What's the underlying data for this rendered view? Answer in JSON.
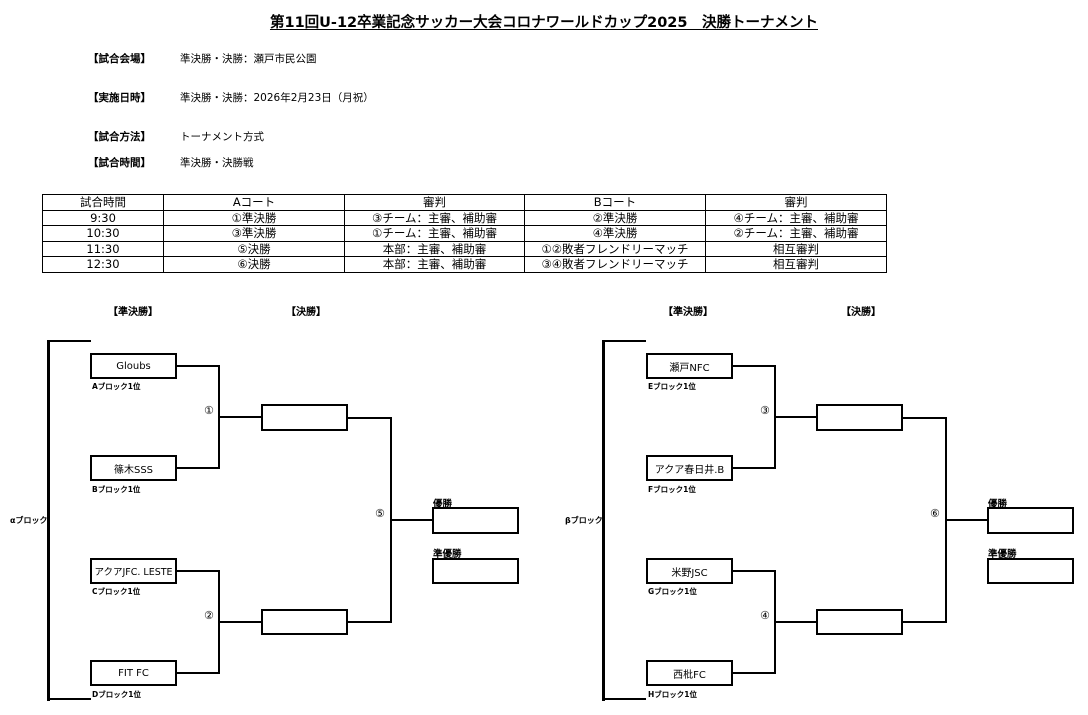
{
  "title": "第11回U-12卒業記念サッカー大会コロナワールドカップ2025　決勝トーナメント",
  "info": [
    {
      "label": "【試合会場】",
      "value": "準決勝・決勝：瀬戸市民公園"
    },
    {
      "label": "【実施日時】",
      "value": "準決勝・決勝：2026年2月23日（月祝）"
    },
    {
      "label": "【試合方法】",
      "value": "トーナメント方式"
    },
    {
      "label": "【試合時間】",
      "value": "準決勝・決勝戦"
    }
  ],
  "schedule": {
    "headers": [
      "試合時間",
      "Aコート",
      "審判",
      "Bコート",
      "審判"
    ],
    "rows": [
      [
        "9:30",
        "①準決勝",
        "③チーム：主審、補助審",
        "②準決勝",
        "④チーム：主審、補助審"
      ],
      [
        "10:30",
        "③準決勝",
        "①チーム：主審、補助審",
        "④準決勝",
        "②チーム：主審、補助審"
      ],
      [
        "11:30",
        "⑤決勝",
        "本部：主審、補助審",
        "①②敗者フレンドリーマッチ",
        "相互審判"
      ],
      [
        "12:30",
        "⑥決勝",
        "本部：主審、補助審",
        "③④敗者フレンドリーマッチ",
        "相互審判"
      ]
    ]
  },
  "brackets": [
    {
      "block_label": "αブロック",
      "semifinal_header": "【準決勝】",
      "final_header": "【決勝】",
      "teams": [
        {
          "name": "Gloubs",
          "seed": "Aブロック1位"
        },
        {
          "name": "篠木SSS",
          "seed": "Bブロック1位"
        },
        {
          "name": "アクアJFC. LESTE",
          "seed": "Cブロック1位"
        },
        {
          "name": "FIT FC",
          "seed": "Dブロック1位"
        }
      ],
      "match_numbers": [
        "①",
        "②",
        "⑤"
      ],
      "winner_label": "優勝",
      "runner_up_label": "準優勝"
    },
    {
      "block_label": "βブロック",
      "semifinal_header": "【準決勝】",
      "final_header": "【決勝】",
      "teams": [
        {
          "name": "瀬戸NFC",
          "seed": "Eブロック1位"
        },
        {
          "name": "アクア春日井.B",
          "seed": "Fブロック1位"
        },
        {
          "name": "米野JSC",
          "seed": "Gブロック1位"
        },
        {
          "name": "西枇FC",
          "seed": "Hブロック1位"
        }
      ],
      "match_numbers": [
        "③",
        "④",
        "⑥"
      ],
      "winner_label": "優勝",
      "runner_up_label": "準優勝"
    }
  ]
}
